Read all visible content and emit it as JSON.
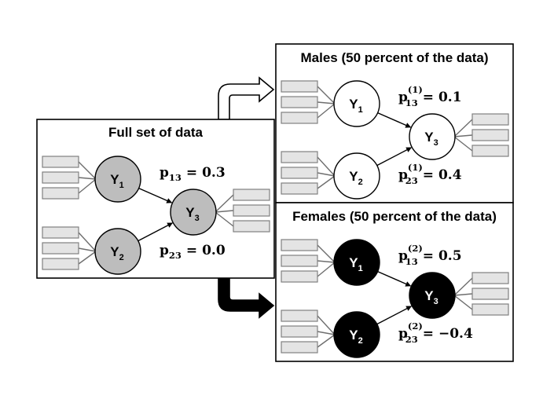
{
  "colors": {
    "full": "#bdbdbd",
    "males": "#ffffff",
    "females": "#000000",
    "indicator_fill": "#e4e4e4",
    "indicator_stroke": "#808080"
  },
  "panels": {
    "full": {
      "title": "Full set of data",
      "nodes": [
        {
          "letter": "Y",
          "sub": "1"
        },
        {
          "letter": "Y",
          "sub": "2"
        },
        {
          "letter": "Y",
          "sub": "3"
        }
      ],
      "coef_13": {
        "sym": "p",
        "sub": "13",
        "sup": "",
        "value": "= 0.3"
      },
      "coef_23": {
        "sym": "p",
        "sub": "23",
        "sup": "",
        "value": "= 0.0"
      }
    },
    "males": {
      "title": "Males (50 percent of the data)",
      "nodes": [
        {
          "letter": "Y",
          "sub": "1"
        },
        {
          "letter": "Y",
          "sub": "2"
        },
        {
          "letter": "Y",
          "sub": "3"
        }
      ],
      "coef_13": {
        "sym": "p",
        "sub": "13",
        "sup": "(1)",
        "value": "= 0.1"
      },
      "coef_23": {
        "sym": "p",
        "sub": "23",
        "sup": "(1)",
        "value": "= 0.4"
      }
    },
    "females": {
      "title": "Females (50 percent of the data)",
      "nodes": [
        {
          "letter": "Y",
          "sub": "1"
        },
        {
          "letter": "Y",
          "sub": "2"
        },
        {
          "letter": "Y",
          "sub": "3"
        }
      ],
      "coef_13": {
        "sym": "p",
        "sub": "13",
        "sup": "(2)",
        "value": "= 0.5"
      },
      "coef_23": {
        "sym": "p",
        "sub": "23",
        "sup": "(2)",
        "value": "= −0.4"
      }
    }
  }
}
